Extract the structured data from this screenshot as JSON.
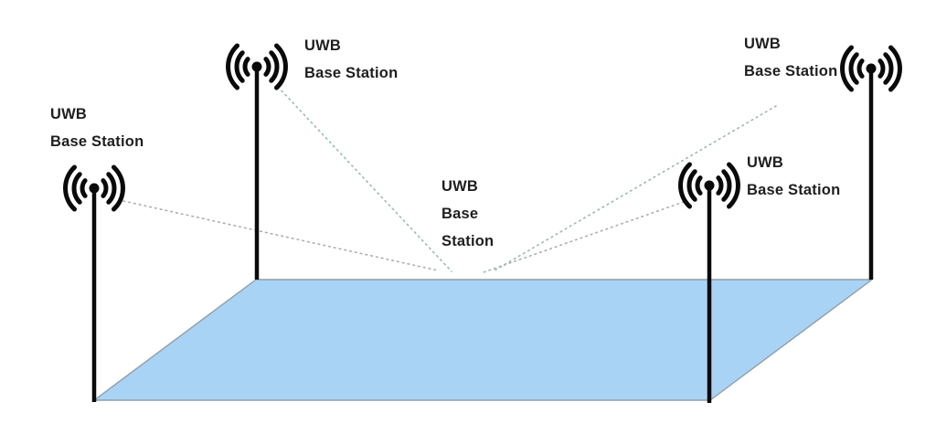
{
  "colors": {
    "background": "#ffffff",
    "floor_fill": "#a9d3f4",
    "floor_edge": "#8f9ea8",
    "pole": "#0a0a0a",
    "icon": "#0a0a0a",
    "text": "#1e1e1e",
    "ranging_line_green": "#9cb9ac",
    "ranging_line_gray": "#a9b0ac"
  },
  "labels": {
    "station_left": {
      "line1": "UWB",
      "line2": "Base Station"
    },
    "station_back_left": {
      "line1": "UWB",
      "line2": "Base Station"
    },
    "station_back_right": {
      "line1": "UWB",
      "line2": "Base Station"
    },
    "station_front_right": {
      "line1": "UWB",
      "line2": "Base Station"
    },
    "station_center": {
      "line1": "UWB",
      "line2": "Base",
      "line3": "Station"
    }
  }
}
